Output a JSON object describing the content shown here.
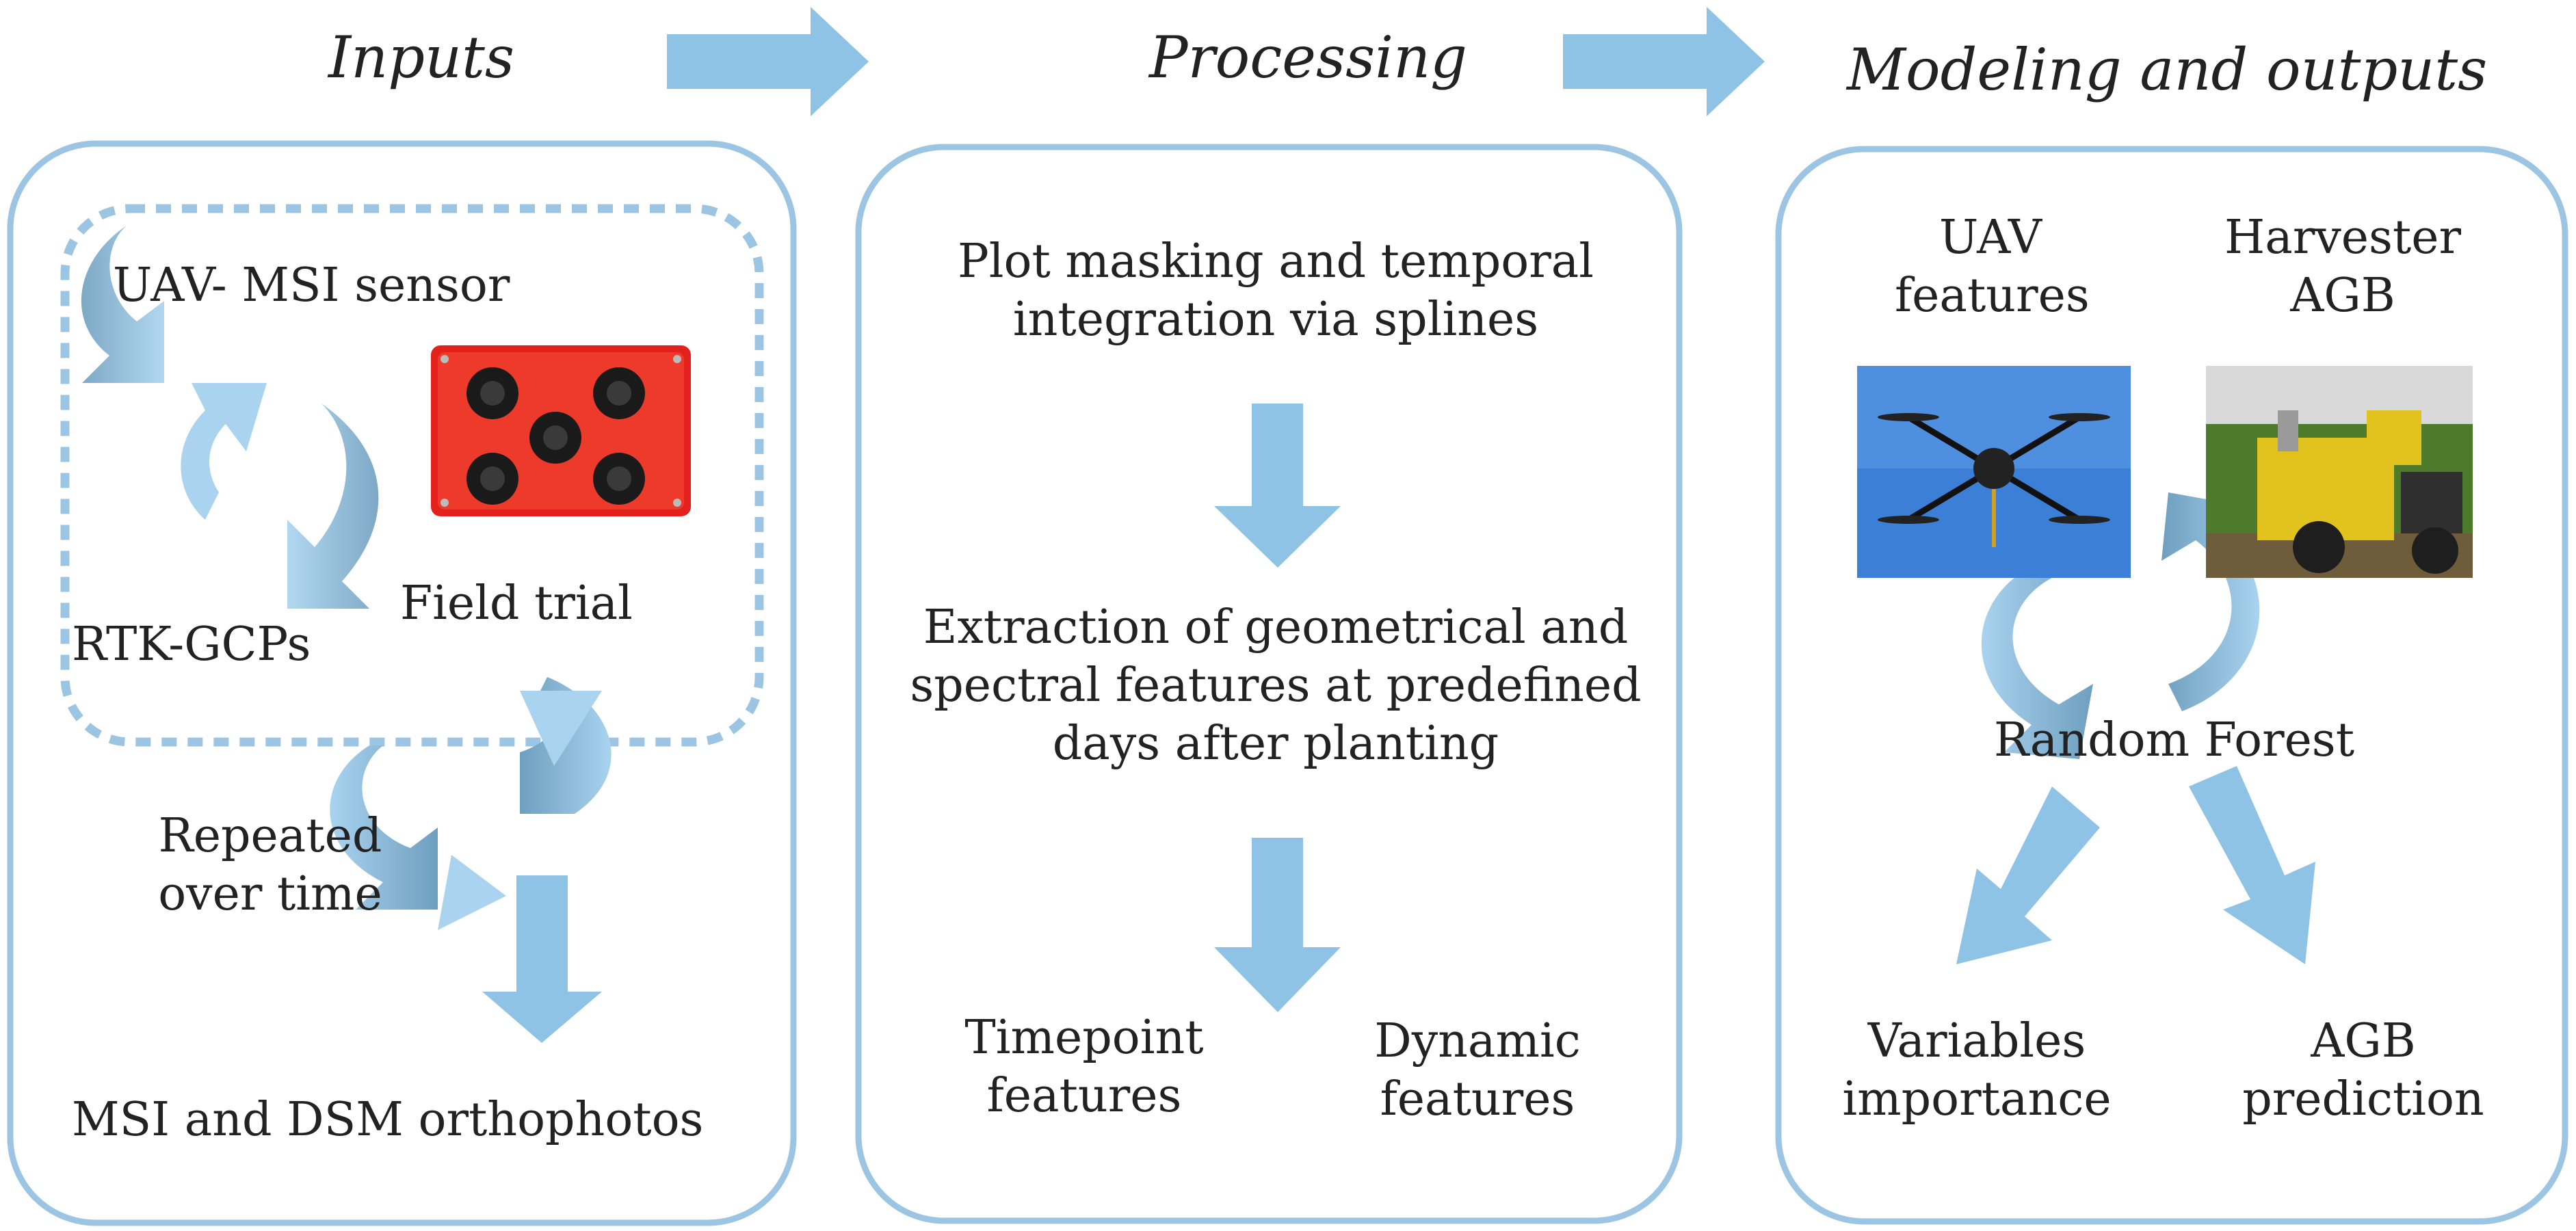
{
  "stages": {
    "inputs": "Inputs",
    "processing": "Processing",
    "modeling": "Modeling and outputs"
  },
  "inputs_panel": {
    "sensor": "UAV- MSI sensor",
    "gcps": "RTK-GCPs",
    "field": "Field trial",
    "repeat_line1": "Repeated",
    "repeat_line2": "over time",
    "output": "MSI and DSM orthophotos"
  },
  "processing_panel": {
    "step1_line1": "Plot masking and temporal",
    "step1_line2": "integration via splines",
    "step2_line1": "Extraction of geometrical and",
    "step2_line2": "spectral features at predefined",
    "step2_line3": "days after planting",
    "out1_line1": "Timepoint",
    "out1_line2": "features",
    "out2_line1": "Dynamic",
    "out2_line2": "features"
  },
  "modeling_panel": {
    "uav_line1": "UAV",
    "uav_line2": "features",
    "harvester_line1": "Harvester",
    "harvester_line2": "AGB",
    "model": "Random Forest",
    "imp_line1": "Variables",
    "imp_line2": "importance",
    "pred_line1": "AGB",
    "pred_line2": "prediction"
  },
  "colors": {
    "frame": "#9cc5e4",
    "arrow": "#8fc3e6",
    "arrow_dark": "#6f9fbf",
    "sensor_body": "#e3201c",
    "sky": "#3c7fd6",
    "crop": "#4e7a2c",
    "machine": "#e2c21c"
  }
}
